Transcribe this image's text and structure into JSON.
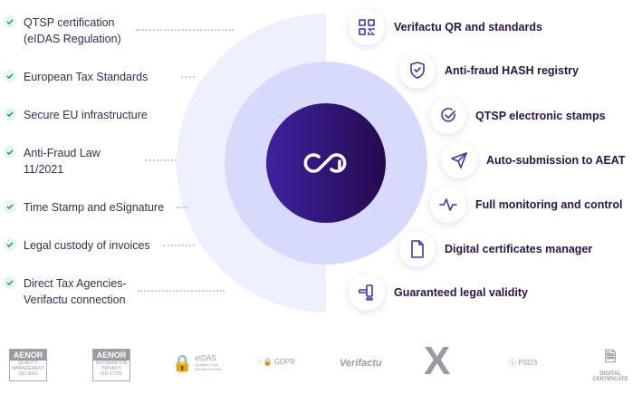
{
  "left_items": [
    {
      "lines": [
        "QTSP certification",
        "(eIDAS Regulation)"
      ]
    },
    {
      "lines": [
        "European Tax Standards"
      ]
    },
    {
      "lines": [
        "Secure EU infrastructure"
      ]
    },
    {
      "lines": [
        "Anti-Fraud Law",
        "11/2021"
      ]
    },
    {
      "lines": [
        "Time Stamp and eSignature"
      ]
    },
    {
      "lines": [
        "Legal custody of invoices"
      ]
    },
    {
      "lines": [
        "Direct Tax Agencies-",
        "Verifactu connection"
      ]
    }
  ],
  "right_items": [
    {
      "label": "Verifactu QR and standards",
      "icon": "qr-code-icon"
    },
    {
      "label": "Anti-fraud HASH registry",
      "icon": "shield-check-icon"
    },
    {
      "label": "QTSP electronic stamps",
      "icon": "check-circle-icon"
    },
    {
      "label": "Auto-submission to AEAT",
      "icon": "send-icon"
    },
    {
      "label": "Full monitoring and control",
      "icon": "activity-icon"
    },
    {
      "label": "Digital certificates manager",
      "icon": "file-icon"
    },
    {
      "label": "Guaranteed legal validity",
      "icon": "gavel-icon"
    }
  ],
  "logos": {
    "aenor1": {
      "title": "AENOR",
      "sub": "QUALITY MANAGEMENT",
      "code": "ISO 9001"
    },
    "aenor2": {
      "title": "AENOR",
      "sub": "INFORMATION PRIVACY",
      "code": "ISO 27701"
    },
    "eidas": {
      "title": "eIDAS",
      "sub": "Qualified Trust Service Provider"
    },
    "gdpr": "GDPR",
    "verifactu": "Verifactu",
    "psd3": "PSD3",
    "digital": "DIGITAL CERTIFICATE"
  },
  "colors": {
    "accent": "#3d22a0",
    "check": "#1f8a6b"
  }
}
